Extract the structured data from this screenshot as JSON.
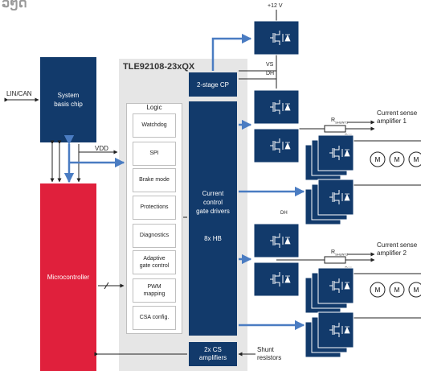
{
  "header_fragment": "ວໆດ",
  "chip_title": "TLE92108-23xQX",
  "system_basis_chip": "System\nbasis chip",
  "microcontroller": "Microcontroller",
  "lin_can": "LIN/CAN",
  "vdd": "VDD",
  "logic": {
    "title": "Logic",
    "items": [
      "Watchdog",
      "SPI",
      "Brake mode",
      "Protections",
      "Diagnostics",
      "Adaptive\ngate control",
      "PWM\nmapping",
      "CSA config."
    ]
  },
  "cp": "2-stage CP",
  "gate_drivers": "Current\ncontrol\ngate drivers",
  "hb_count": "8x HB",
  "cs_amplifiers": "2x CS\namplifiers",
  "shunt_resistors": "Shunt\nresistors",
  "supply": "+12 V",
  "vs": "VS",
  "dh": "DH",
  "rshunt1": "R",
  "rshunt1_sub": "SHUNT1",
  "rshunt2": "R",
  "rshunt2_sub": "SHUNT2",
  "csa1": "Current sense\namplifier 1",
  "csa2": "Current sense\namplifier 2",
  "motor": "M",
  "colors": {
    "navy": "#123a6b",
    "red": "#e0203c",
    "gray": "#e3e3e3",
    "arrow": "#4a7cc2"
  }
}
